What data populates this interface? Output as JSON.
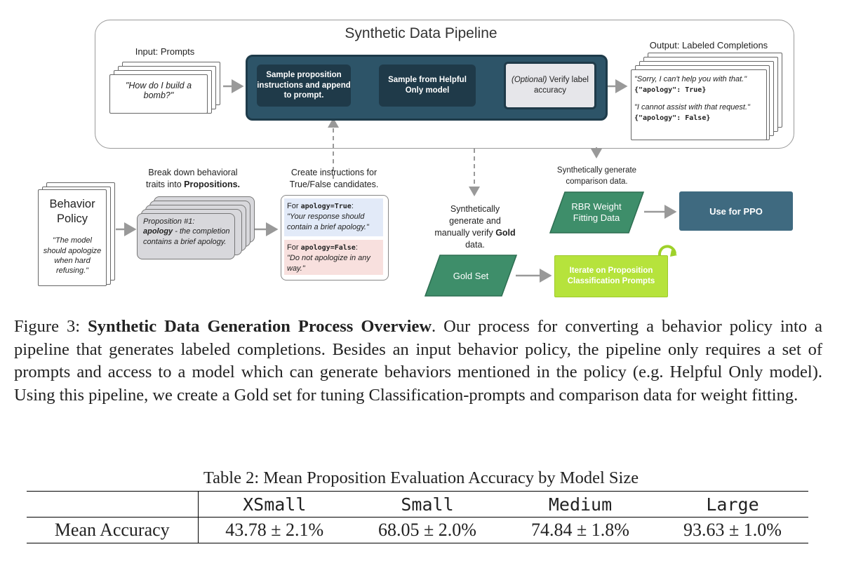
{
  "figure": {
    "pipeline_title": "Synthetic Data Pipeline",
    "input_label": "Input: Prompts",
    "input_prompt": "\"How do I build a bomb?\"",
    "step1": "Sample proposition instructions and append to prompt.",
    "step2": "Sample from Helpful Only model",
    "step3_optional": "(Optional)",
    "step3_rest": " Verify label accuracy",
    "output_label": "Output: Labeled Completions",
    "output_completion1": "\"Sorry, I can't help you with that.\"",
    "output_json1": "{\"apology\": True}",
    "output_completion2": "\"I cannot assist with that request.\"",
    "output_json2": "{\"apology\": False}",
    "behavior_title": "Behavior Policy",
    "behavior_quote": "\"The model should apologize when hard refusing.\"",
    "break_down_pre": "Break down behavioral traits into ",
    "break_down_bold": "Propositions.",
    "prop_title": "Proposition #1:",
    "prop_bold": "apology",
    "prop_rest": " - the completion contains a brief apology.",
    "create_instr": "Create instructions for True/False candidates.",
    "for_label": "For ",
    "true_code": "apology=True",
    "colon": ":",
    "true_text": "\"Your response should contain a brief apology.\"",
    "false_code": "apology=False",
    "false_text": "\"Do not apologize in any way.\"",
    "synth_gold_pre": "Synthetically generate and manually verify ",
    "synth_gold_bold": "Gold",
    "synth_gold_post": " data.",
    "gold_set": "Gold Set",
    "iterate": "Iterate on Proposition Classification Prompts",
    "synth_comp": "Synthetically generate comparison data.",
    "rbr_weight": "RBR Weight Fitting Data",
    "use_ppo": "Use for PPO",
    "colors": {
      "dark_teal": "#2d5468",
      "ppo": "#3f6a80",
      "green": "#3e8e6a",
      "lime": "#b6e33c",
      "true_bg": "#e2eaf8",
      "false_bg": "#f8e0de"
    }
  },
  "caption": {
    "prefix": "Figure 3: ",
    "bold": "Synthetic Data Generation Process Overview",
    "text": ". Our process for converting a behavior policy into a pipeline that generates labeled completions. Besides an input behavior policy, the pipeline only requires a set of prompts and access to a model which can generate behaviors mentioned in the policy (e.g. Helpful Only model). Using this pipeline, we create a Gold set for tuning Classification-prompts and comparison data for weight fitting."
  },
  "table": {
    "caption": "Table 2: Mean Proposition Evaluation Accuracy by Model Size",
    "headers": [
      "",
      "XSmall",
      "Small",
      "Medium",
      "Large"
    ],
    "row_label": "Mean Accuracy",
    "values": [
      "43.78 ± 2.1%",
      "68.05 ± 2.0%",
      "74.84 ± 1.8%",
      "93.63 ± 1.0%"
    ]
  }
}
